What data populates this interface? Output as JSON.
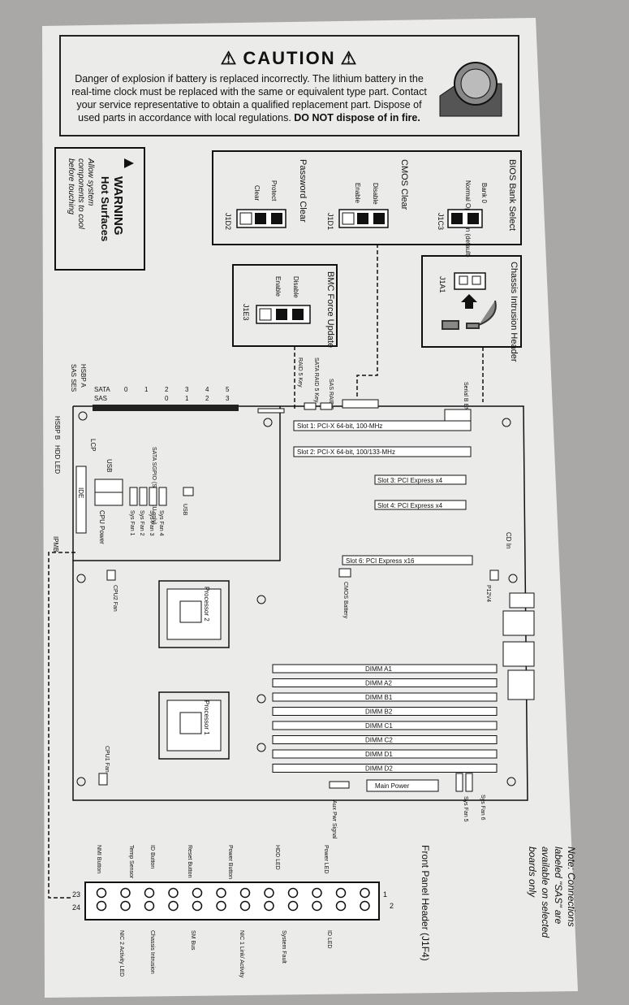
{
  "caution": {
    "title": "CAUTION",
    "text_pre": "Danger of explosion if battery is replaced incorrectly. The lithium battery in the real-time clock must be replaced with the same or equivalent type part. Contact your service representative to obtain a qualified replacement part. Dispose of used parts in accordance with local regulations. ",
    "text_bold": "DO NOT dispose of in fire."
  },
  "warning": {
    "title": "WARNING",
    "subtitle": "Hot Surfaces",
    "line1": "Allow system",
    "line2": "components to cool",
    "line3": "before touching"
  },
  "jumpers": {
    "bios": {
      "title": "BIOS Bank Select",
      "opt1": "Bank 0",
      "opt2": "Normal Operation (default)",
      "id": "J1C3"
    },
    "cmos": {
      "title": "CMOS Clear",
      "opt1": "Disable",
      "opt2": "Enable",
      "id": "J1D1"
    },
    "pwd": {
      "title": "Password Clear",
      "opt1": "Protect",
      "opt2": "Clear",
      "id": "J1D2"
    },
    "bmc": {
      "title": "BMC Force Update",
      "opt1": "Disable",
      "opt2": "Enable",
      "id": "J1E3"
    },
    "intrusion": {
      "title": "Chassis Intrusion Header",
      "id": "J1A1"
    }
  },
  "board": {
    "top_labels": {
      "hsbp_a": "HSBP A",
      "sas_ses": "SAS SES",
      "sata": "SATA",
      "sas": "SAS",
      "raid5_key": "RAID 5 Key",
      "sata_raid5_key": "SATA RAID 5 Key",
      "sas_raid5": "SAS RAID 5",
      "serial_b_emp": "Serial B EMP",
      "sata_ports": [
        "0",
        "1",
        "2",
        "3",
        "4",
        "5"
      ],
      "sas_ports": [
        "0",
        "1",
        "2",
        "3"
      ]
    },
    "slots": [
      "Slot 1: PCI-X 64-bit, 100-MHz",
      "Slot 2: PCI-X 64-bit, 100/133-MHz",
      "Slot 3: PCI Express x4",
      "Slot 4: PCI Express x4",
      "Slot 6: PCI Express x16"
    ],
    "dimms": [
      "DIMM A1",
      "DIMM A2",
      "DIMM B1",
      "DIMM B2",
      "DIMM C1",
      "DIMM C2",
      "DIMM D1",
      "DIMM D2"
    ],
    "main_power": "Main Power",
    "aux_pwr": "Aux Pwr Signal",
    "processor1": "Processor 1",
    "processor2": "Processor 2",
    "cpu1_fan": "CPU1 Fan",
    "cpu2_fan": "CPU2 Fan",
    "cpu_power": "CPU Power",
    "usb": "USB",
    "usb2": "USB",
    "ide": "IDE",
    "ipmb": "IPMB",
    "hsbp_b": "HSBP B",
    "hdd_led": "HDD LED",
    "lcp": "LCP",
    "sata_sgpio": "SATA SGPIO (SATA SKU only)",
    "sys_fans": [
      "Sys Fan 4",
      "Sys Fan 3",
      "Sys Fan 2",
      "Sys Fan 1"
    ],
    "cd_in": "CD In",
    "p12v4": "P12V4",
    "cmos_battery": "CMOS Battery",
    "sys_fan_6": "Sys Fan 6",
    "sys_fan_5": "Sys Fan 5"
  },
  "front_panel": {
    "title": "Front Panel Header (J1F4)",
    "pin_1": "1",
    "pin_2": "2",
    "pin_23": "23",
    "pin_24": "24",
    "top_labels": [
      "NMI Button",
      "Temp Sensor",
      "ID Button",
      "Reset Button",
      "Power Button",
      "HDD LED",
      "Power LED"
    ],
    "bottom_labels": [
      "NIC 2 Activity LED",
      "Chassis Intrusion",
      "SM Bus",
      "NIC 1 Link/ Activity",
      "System Fault",
      "ID LED"
    ]
  },
  "note": {
    "line1": "Note: Connections",
    "line2": "labeled \"SAS\" are",
    "line3": "available on selected",
    "line4": "boards only"
  },
  "colors": {
    "label_bg": "#e9e9e7",
    "ink": "#1a1a1a",
    "surface": "#a9a8a6"
  }
}
